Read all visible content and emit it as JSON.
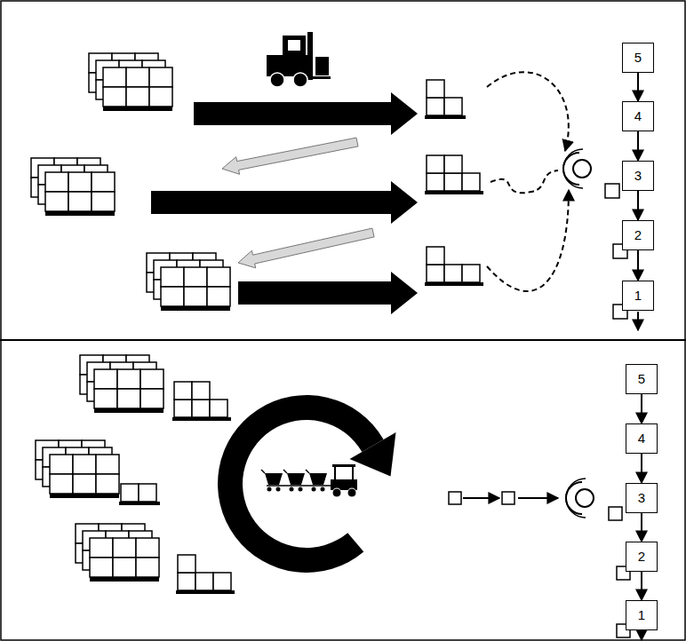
{
  "diagram": {
    "nodes": [
      {
        "text": [
          "5"
        ]
      },
      {
        "text": [
          "4"
        ]
      },
      {
        "text": [
          "3"
        ]
      },
      {
        "text": [
          "2"
        ]
      },
      {
        "text": [
          "1"
        ]
      },
      {
        "text": [
          "5"
        ]
      },
      {
        "text": [
          "4"
        ]
      },
      {
        "text": [
          "3"
        ]
      },
      {
        "text": [
          "2"
        ]
      },
      {
        "text": [
          "1"
        ]
      }
    ],
    "edges": [
      {
        "from": 0,
        "to": 1,
        "arrow": "to"
      },
      {
        "from": 1,
        "to": 2,
        "arrow": "to"
      },
      {
        "from": 2,
        "to": 3,
        "arrow": "to"
      },
      {
        "from": 3,
        "to": 4,
        "arrow": "to"
      },
      {
        "from": 5,
        "to": 6,
        "arrow": "to"
      },
      {
        "from": 6,
        "to": 7,
        "arrow": "to"
      },
      {
        "from": 7,
        "to": 8,
        "arrow": "to"
      },
      {
        "from": 8,
        "to": 9,
        "arrow": "to"
      }
    ]
  }
}
